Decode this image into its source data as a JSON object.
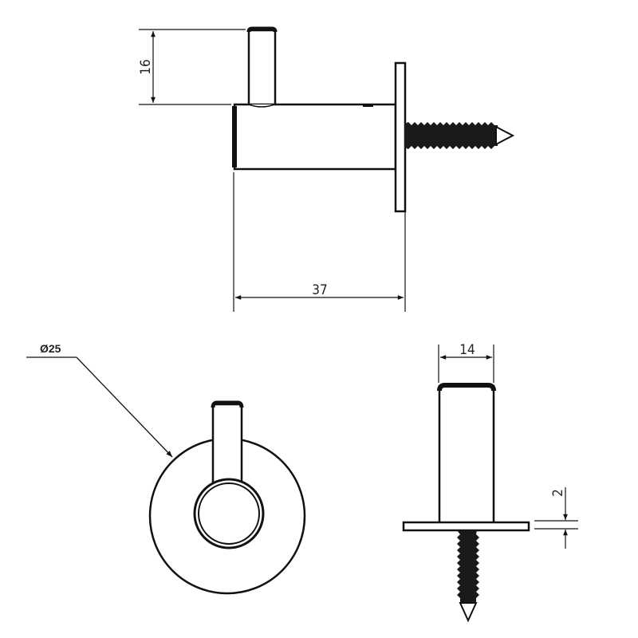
{
  "drawing": {
    "subject": "wall hook with screw mount",
    "colors": {
      "line": "#111111",
      "background": "#ffffff",
      "thread": "#1a1a1a"
    },
    "views": {
      "side": {
        "dimensions": {
          "pin_height": "16",
          "overall_length": "37"
        }
      },
      "front": {
        "dimensions": {
          "diameter": "Ø25"
        }
      },
      "top": {
        "dimensions": {
          "pin_width": "14",
          "plate_thickness": "2"
        }
      }
    }
  }
}
